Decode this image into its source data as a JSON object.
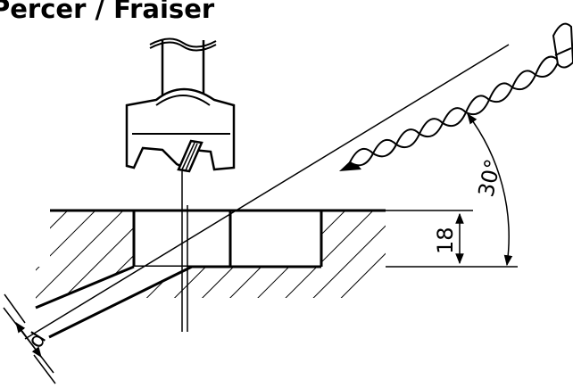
{
  "title": "Percer / Fraiser",
  "labels": {
    "depth": "18",
    "angle": "30°",
    "diameter": "d"
  },
  "colors": {
    "ink": "#000000",
    "background": "#ffffff"
  }
}
